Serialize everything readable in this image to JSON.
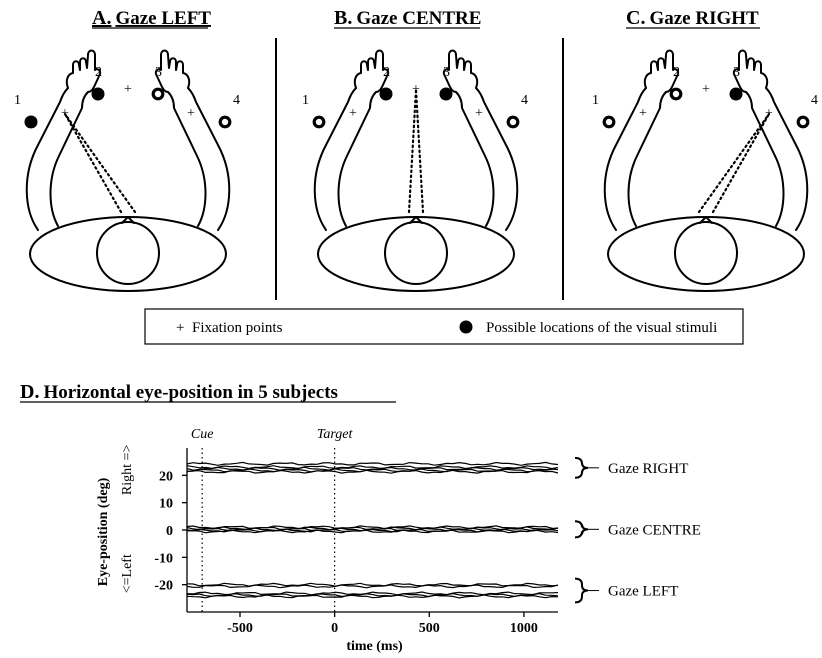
{
  "panels": [
    {
      "letter": "A.",
      "title": "Gaze LEFT",
      "numbers": [
        "1",
        "2",
        "3",
        "4"
      ],
      "stimuli_filled": [
        true,
        true,
        false,
        false
      ],
      "fixation_index": 0
    },
    {
      "letter": "B.",
      "title": "Gaze CENTRE",
      "numbers": [
        "1",
        "2",
        "3",
        "4"
      ],
      "stimuli_filled": [
        false,
        true,
        true,
        false
      ],
      "fixation_index": 1
    },
    {
      "letter": "C.",
      "title": "Gaze RIGHT",
      "numbers": [
        "1",
        "2",
        "3",
        "4"
      ],
      "stimuli_filled": [
        false,
        false,
        true,
        false
      ],
      "fixation_index": 2
    }
  ],
  "legend": {
    "fixation_symbol": "+",
    "fixation_label": "Fixation points",
    "stimulus_label": "Possible locations of the visual stimuli"
  },
  "panel_d": {
    "letter": "D.",
    "title": "Horizontal eye-position in 5 subjects"
  },
  "chart_data": {
    "type": "line",
    "xlabel": "time (ms)",
    "ylabel": "Eye-position (deg)",
    "ylabel_right": "Right =>",
    "ylabel_left": "<=Left",
    "xlim": [
      -780,
      1180
    ],
    "ylim": [
      -30,
      30
    ],
    "xticks": [
      -500,
      0,
      500,
      1000
    ],
    "xtick_labels": [
      "-500",
      "0",
      "500",
      "1000"
    ],
    "yticks": [
      20,
      10,
      0,
      -10,
      -20
    ],
    "ytick_labels": [
      "20",
      "10",
      "0",
      "-10",
      "-20"
    ],
    "events": [
      {
        "label": "Cue",
        "x": -700
      },
      {
        "label": "Target",
        "x": 0
      }
    ],
    "groups": [
      {
        "name": "Gaze RIGHT",
        "traces": [
          24.2,
          23.0,
          22.4,
          21.8,
          21.3
        ]
      },
      {
        "name": "Gaze CENTRE",
        "traces": [
          1.0,
          0.6,
          0.2,
          -0.2,
          -0.5
        ]
      },
      {
        "name": "Gaze LEFT",
        "traces": [
          -20.0,
          -20.6,
          -23.2,
          -23.8,
          -24.3
        ]
      }
    ]
  }
}
